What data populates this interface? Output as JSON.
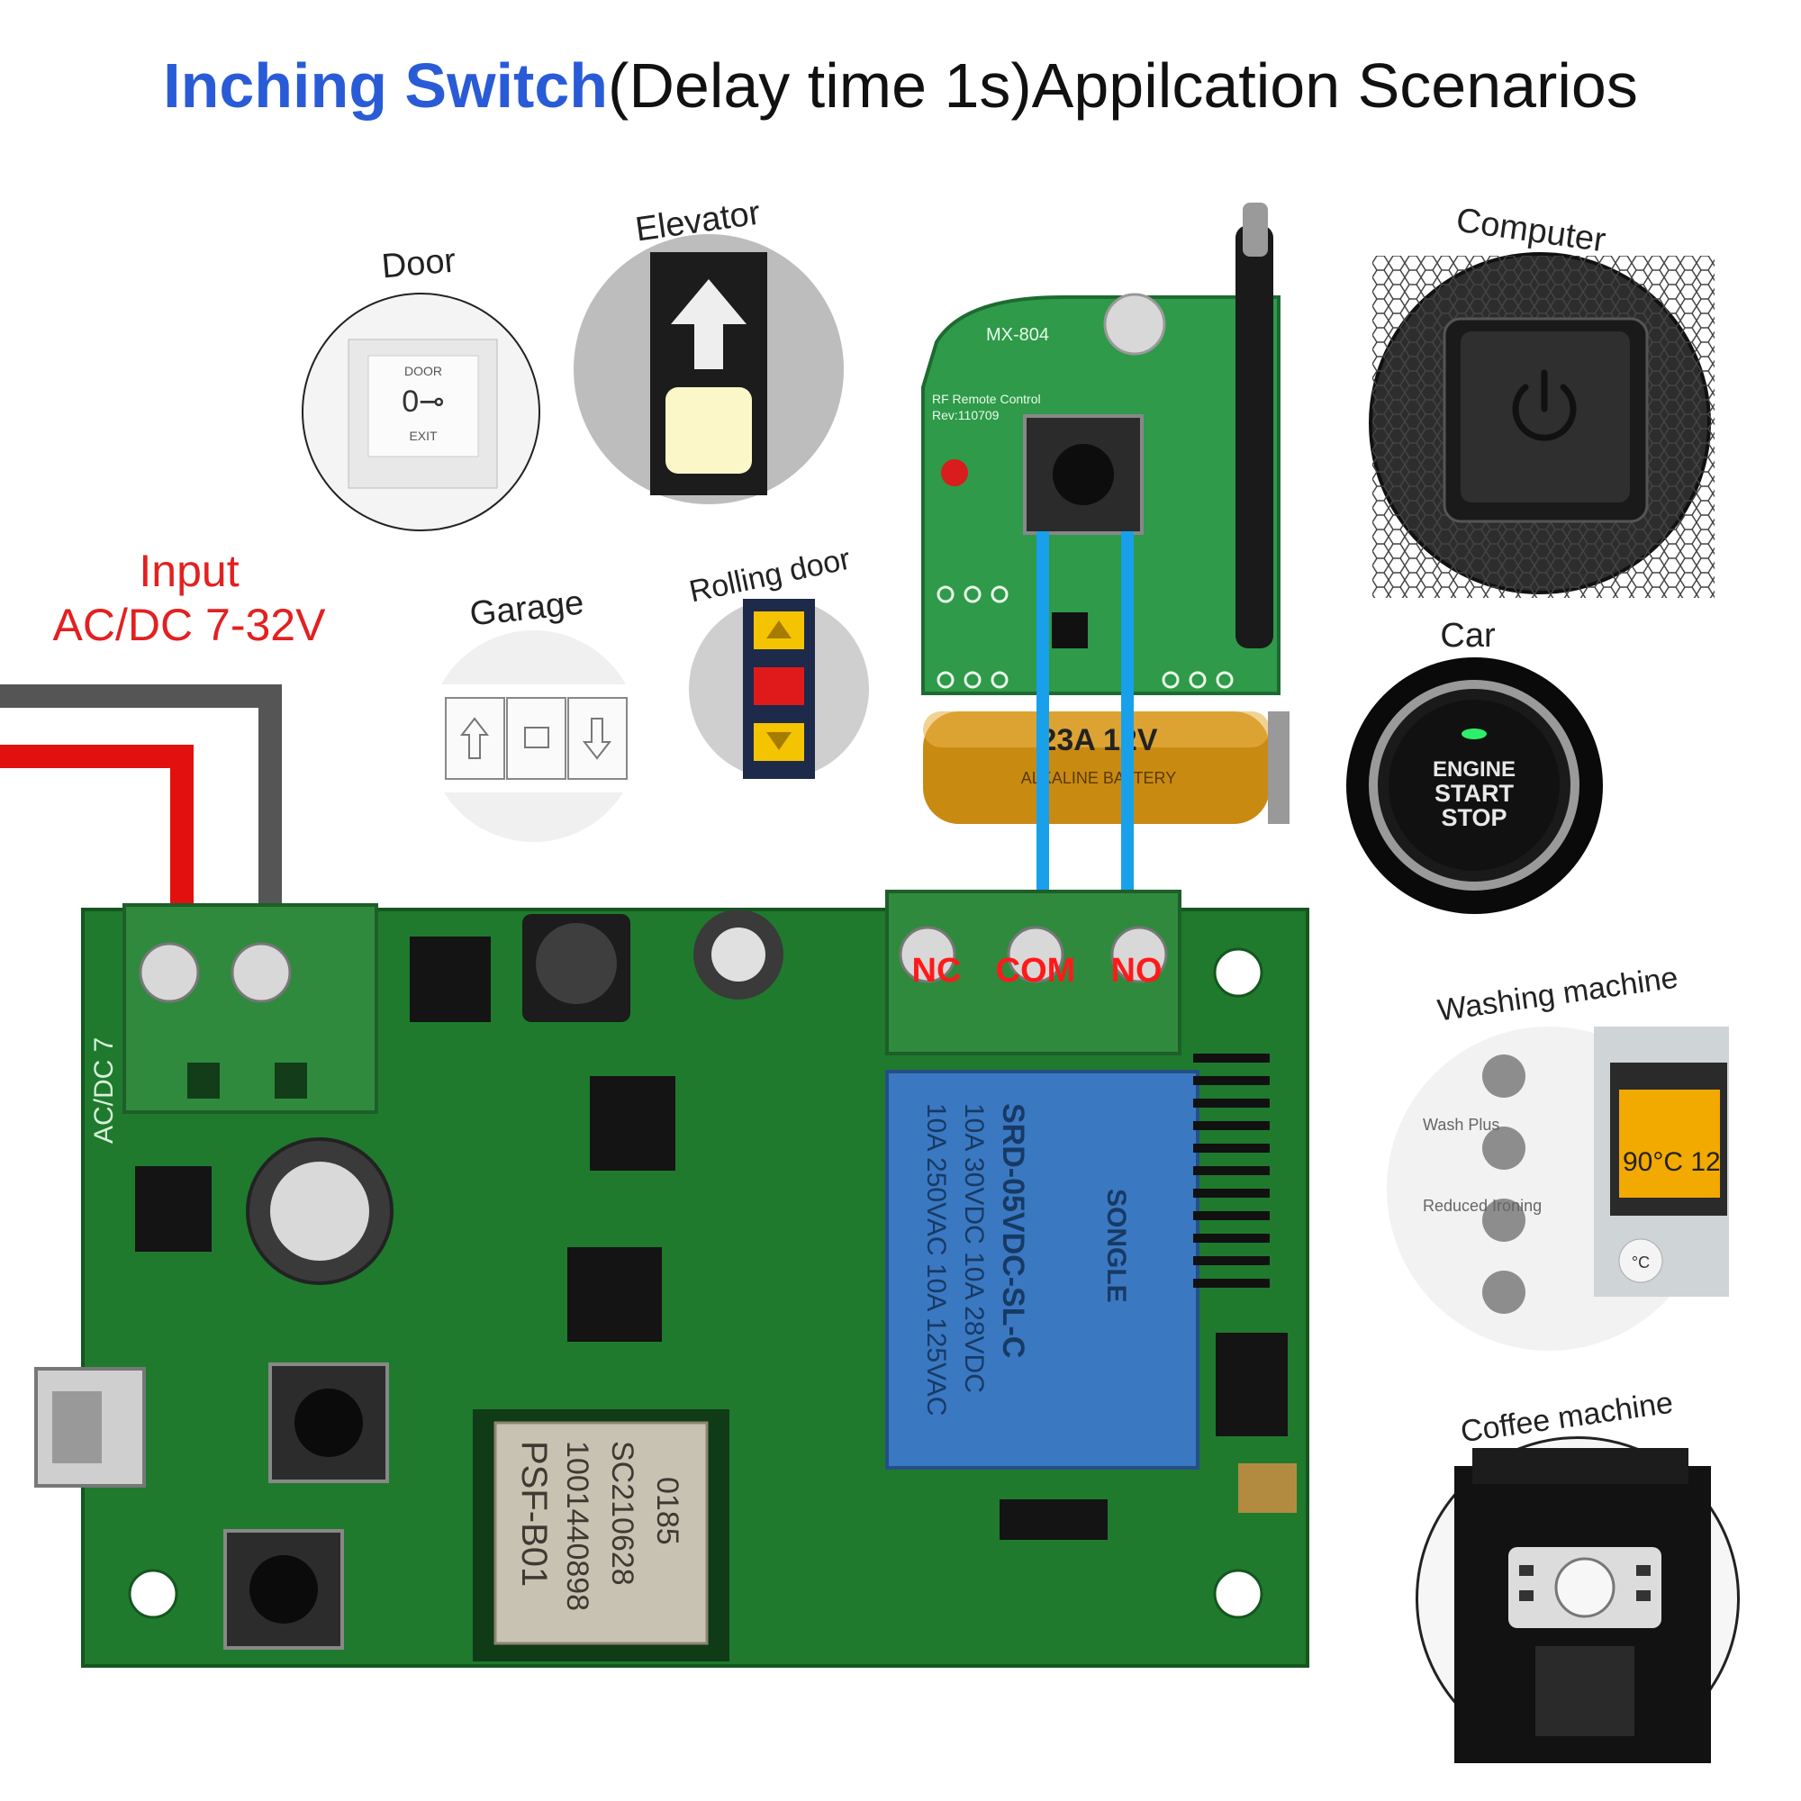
{
  "title": {
    "highlight": "Inching Switch",
    "rest": "(Delay time 1s)Appilcation Scenarios"
  },
  "input": {
    "line1": "Input",
    "line2": "AC/DC 7-32V"
  },
  "scenarios": {
    "door": {
      "label": "Door",
      "sign_top": "DOOR",
      "sign_bottom": "EXIT"
    },
    "elevator": {
      "label": "Elevator"
    },
    "garage": {
      "label": "Garage"
    },
    "rolling_door": {
      "label": "Rolling door"
    },
    "computer": {
      "label": "Computer"
    },
    "car": {
      "label": "Car",
      "button_lines": [
        "ENGINE",
        "START",
        "STOP"
      ]
    },
    "washing_machine": {
      "label": "Washing machine",
      "options": [
        "Wash Plus",
        "Reduced Ironing"
      ],
      "display": "90°C 12",
      "knob": "°C"
    },
    "coffee_machine": {
      "label": "Coffee machine"
    }
  },
  "remote": {
    "model": "MX-804",
    "subtitle": "RF Remote Control",
    "rev": "Rev:110709",
    "battery": "23A 12V",
    "battery_sub": "ALKALINE BATTERY"
  },
  "board": {
    "terminals": [
      "NC",
      "COM",
      "NO"
    ],
    "relay_lines": [
      "10A 250VAC 10A 125VAC",
      "10A 30VDC 10A 28VDC",
      "SRD-05VDC-SL-C"
    ],
    "relay_brand": "SONGLE",
    "module_lines": [
      "PSF-B01",
      "1001440898",
      "SC210628",
      "0185"
    ],
    "input_marking": "AC/DC 7"
  },
  "colors": {
    "title_highlight": "#2a5bd7",
    "input_text": "#e32020",
    "wire_red": "#e31010",
    "wire_gray": "#555555",
    "wire_blue": "#19a0ea",
    "pcb": "#1f7a2e",
    "relay": "#3b78c2",
    "terminal": "#2f8a3e"
  }
}
